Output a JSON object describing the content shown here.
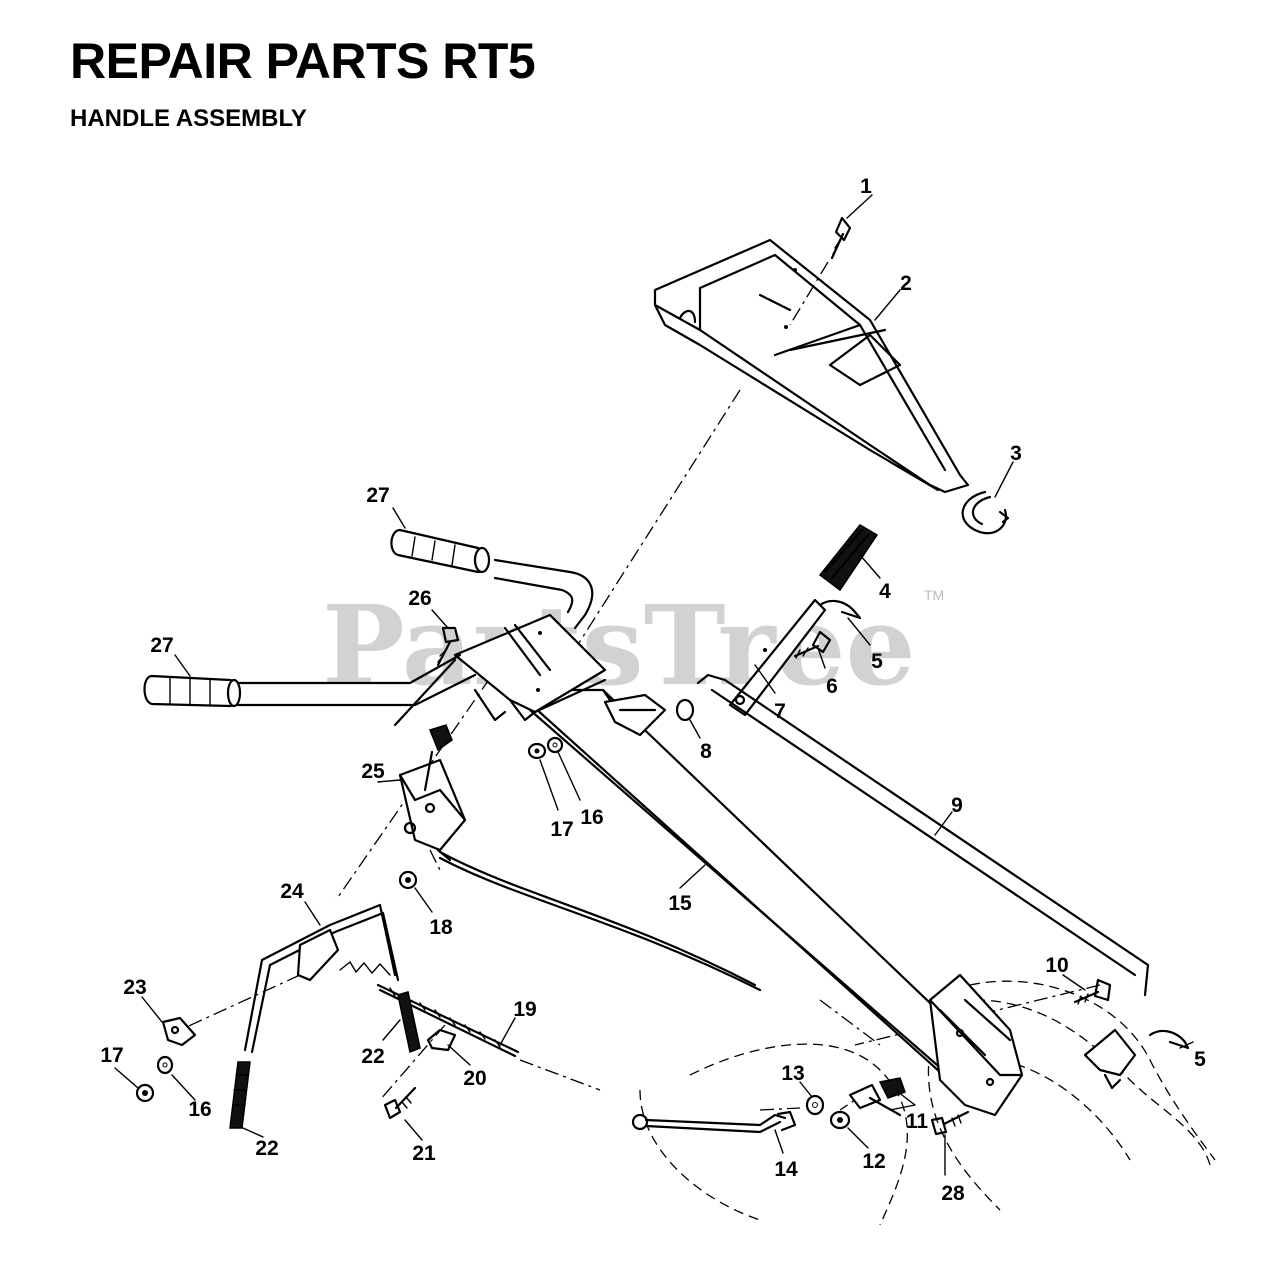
{
  "header": {
    "title": "REPAIR PARTS RT5",
    "subtitle": "HANDLE ASSEMBLY"
  },
  "watermark": {
    "text": "PartsTree",
    "trademark": "TM"
  },
  "callouts": [
    {
      "id": "c1",
      "label": "1"
    },
    {
      "id": "c2",
      "label": "2"
    },
    {
      "id": "c3",
      "label": "3"
    },
    {
      "id": "c4",
      "label": "4"
    },
    {
      "id": "c5a",
      "label": "5"
    },
    {
      "id": "c5b",
      "label": "5"
    },
    {
      "id": "c6",
      "label": "6"
    },
    {
      "id": "c7",
      "label": "7"
    },
    {
      "id": "c8",
      "label": "8"
    },
    {
      "id": "c9",
      "label": "9"
    },
    {
      "id": "c10",
      "label": "10"
    },
    {
      "id": "c11",
      "label": "11"
    },
    {
      "id": "c12",
      "label": "12"
    },
    {
      "id": "c13",
      "label": "13"
    },
    {
      "id": "c14",
      "label": "14"
    },
    {
      "id": "c15",
      "label": "15"
    },
    {
      "id": "c16a",
      "label": "16"
    },
    {
      "id": "c16b",
      "label": "16"
    },
    {
      "id": "c17a",
      "label": "17"
    },
    {
      "id": "c17b",
      "label": "17"
    },
    {
      "id": "c18",
      "label": "18"
    },
    {
      "id": "c19",
      "label": "19"
    },
    {
      "id": "c20",
      "label": "20"
    },
    {
      "id": "c21",
      "label": "21"
    },
    {
      "id": "c22a",
      "label": "22"
    },
    {
      "id": "c22b",
      "label": "22"
    },
    {
      "id": "c23",
      "label": "23"
    },
    {
      "id": "c24",
      "label": "24"
    },
    {
      "id": "c25",
      "label": "25"
    },
    {
      "id": "c26",
      "label": "26"
    },
    {
      "id": "c27a",
      "label": "27"
    },
    {
      "id": "c27b",
      "label": "27"
    },
    {
      "id": "c28",
      "label": "28"
    }
  ]
}
